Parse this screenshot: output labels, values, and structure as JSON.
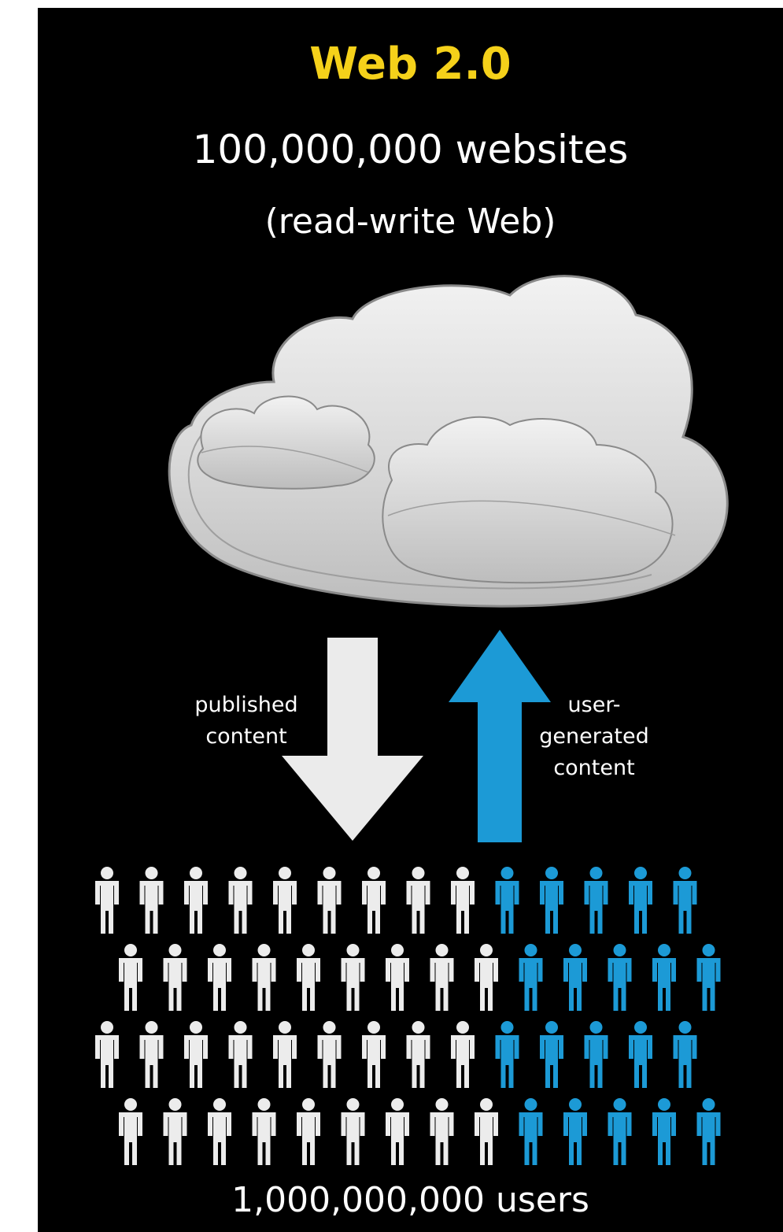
{
  "title": "Web 2.0",
  "stat": "100,000,000 websites",
  "subtitle": "(read-write Web)",
  "arrows": {
    "down_label": "published\ncontent",
    "up_label": "user-\ngenerated\ncontent"
  },
  "users_label": "1,000,000,000 users",
  "colors": {
    "background": "#000000",
    "title": "#f5d11a",
    "text": "#ffffff",
    "published_arrow": "#ebebeb",
    "user_generated_arrow": "#1c9ad6",
    "cloud_light": "#f2f2f2",
    "cloud_dark": "#bdbdbd",
    "cloud_outline": "#8a8a8a"
  },
  "crowd": {
    "rows": [
      {
        "white": 9,
        "blue": 5
      },
      {
        "white": 9,
        "blue": 5
      },
      {
        "white": 9,
        "blue": 5
      },
      {
        "white": 9,
        "blue": 5
      }
    ]
  }
}
